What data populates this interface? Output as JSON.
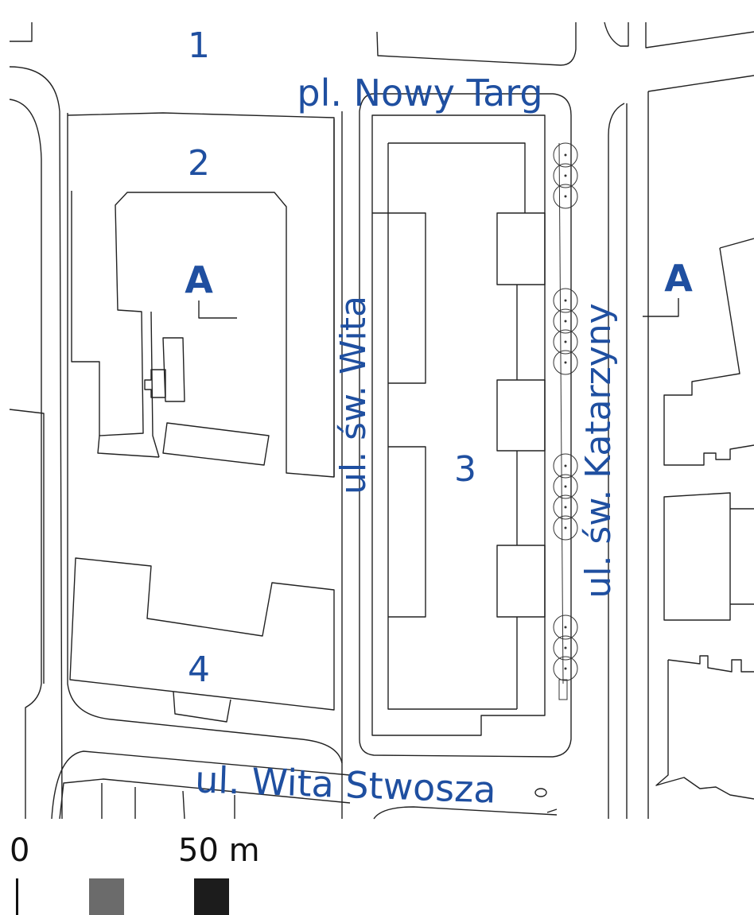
{
  "map": {
    "plot_labels": [
      "1",
      "2",
      "3",
      "4"
    ],
    "streets": {
      "square": "pl. Nowy Targ",
      "west": "ul. św. Wita",
      "east": "ul. św. Katarzyny",
      "south": "ul. Wita Stwosza"
    },
    "section_marker": "A",
    "label_color": "#1f4fa0"
  },
  "scale": {
    "start_label": "0",
    "end_label": "50 m",
    "legend_colors": [
      "#6b6b6b",
      "#1c1c1c"
    ]
  }
}
